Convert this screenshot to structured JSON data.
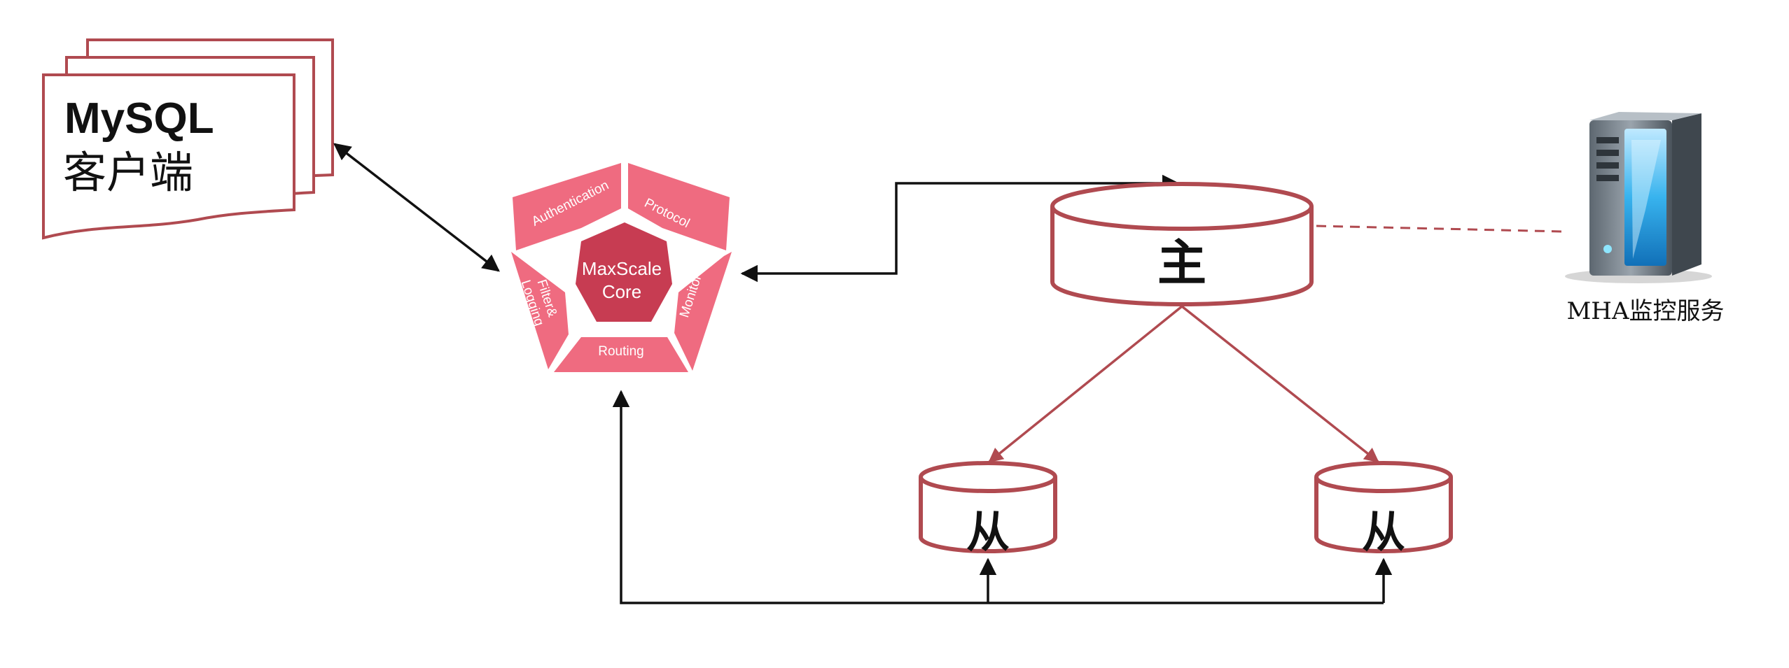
{
  "client": {
    "title": "MySQL",
    "subtitle": "客户端"
  },
  "maxscale": {
    "core": [
      "MaxScale",
      "Core"
    ],
    "segments": {
      "authentication": "Authentication",
      "protocol": "Protocol",
      "monitor": "Monitor",
      "routing": "Routing",
      "filter": [
        "Filter&",
        "Logging"
      ]
    }
  },
  "master": {
    "label": "主"
  },
  "slaves": [
    {
      "label": "从"
    },
    {
      "label": "从"
    }
  ],
  "mha": {
    "label": "MHA监控服务"
  },
  "colors": {
    "pink": "#ef6b80",
    "core": "#c73c52",
    "db_border": "#b04a50",
    "line": "#111111"
  }
}
